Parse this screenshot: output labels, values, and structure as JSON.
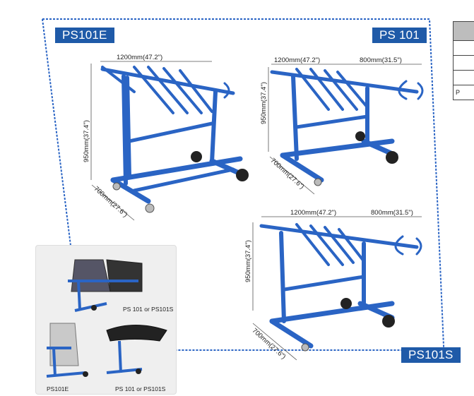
{
  "labels": {
    "ps101e": "PS101E",
    "ps101": "PS 101",
    "ps101s": "PS101S"
  },
  "dims": {
    "w1200": "1200mm(47.2\")",
    "w800": "800mm(31.5\")",
    "h950": "950mm(37.4\")",
    "d700": "700mm(27.6\")"
  },
  "photo_captions": {
    "top": "PS 101 or PS101S",
    "bottom_left": "PS101E",
    "bottom_right": "PS 101 or PS101S"
  },
  "table": {
    "last_row": "P"
  },
  "colors": {
    "brand_blue": "#1f5aa8",
    "frame_blue": "#2a64c4"
  }
}
